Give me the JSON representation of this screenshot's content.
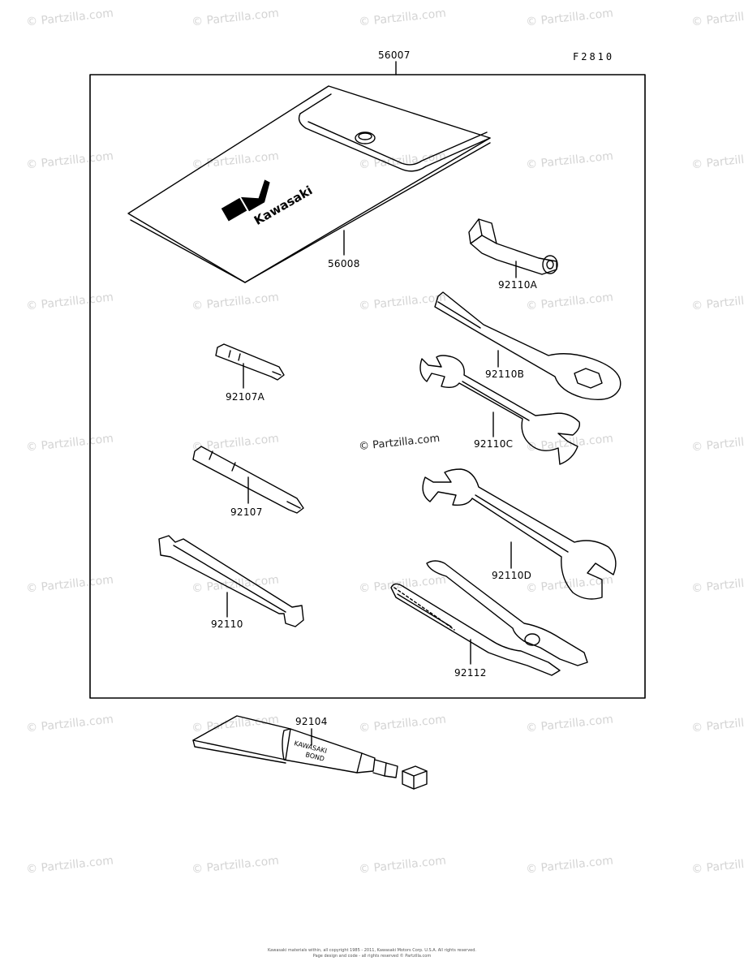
{
  "diagram": {
    "assembly_label": "56007",
    "figure_code": "F2810",
    "center_watermark": "© Partzilla.com",
    "pouch_brand": "Kawasaki",
    "tube_text_1": "KAWASAKI",
    "tube_text_2": "BOND",
    "parts": [
      {
        "id": "56008"
      },
      {
        "id": "92110A"
      },
      {
        "id": "92110B"
      },
      {
        "id": "92107A"
      },
      {
        "id": "92110C"
      },
      {
        "id": "92107"
      },
      {
        "id": "92110D"
      },
      {
        "id": "92110"
      },
      {
        "id": "92112"
      },
      {
        "id": "92104"
      }
    ]
  },
  "watermark_text": "© Partzilla.com",
  "footer": {
    "line1": "Kawasaki materials within, all copyright 1985 - 2011, Kawasaki Motors Corp. U.S.A. All rights reserved.",
    "line2": "Page design and code - all rights reserved © Partzilla.com"
  }
}
